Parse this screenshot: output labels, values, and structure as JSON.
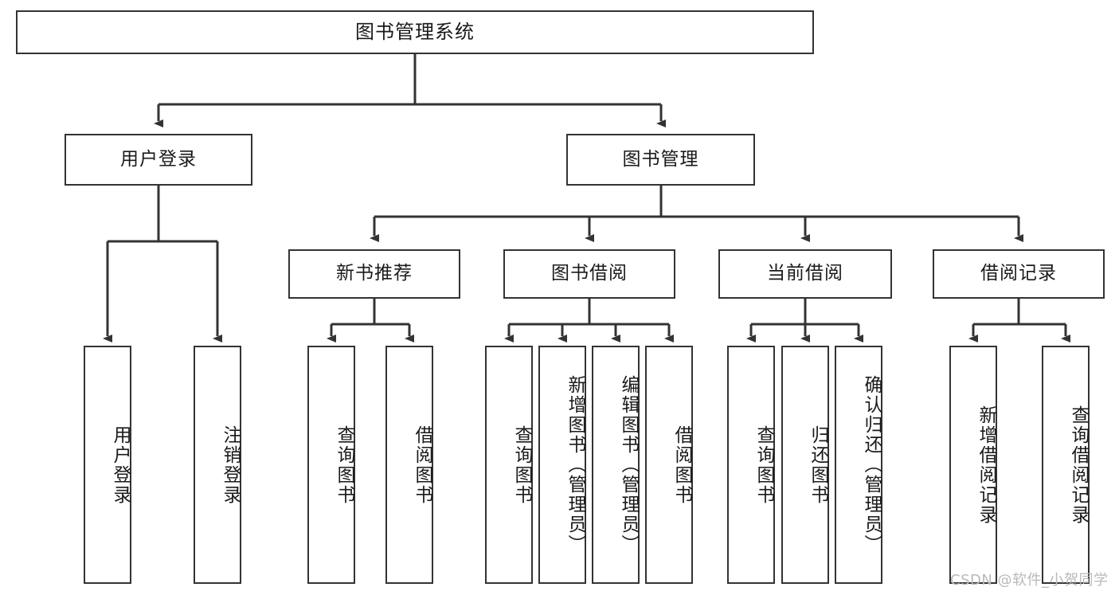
{
  "diagram": {
    "type": "tree-hierarchy-diagram",
    "title": "图书管理系统",
    "line_color": "#333333",
    "box_fill": "#ffffff",
    "text_color": "#1a1a1a",
    "root": {
      "label": "图书管理系统"
    },
    "level2": [
      {
        "label": "用户登录"
      },
      {
        "label": "图书管理"
      }
    ],
    "level3": [
      {
        "label": "新书推荐"
      },
      {
        "label": "图书借阅"
      },
      {
        "label": "当前借阅"
      },
      {
        "label": "借阅记录"
      }
    ],
    "leaves": {
      "user_login": [
        {
          "label": "用户登录"
        },
        {
          "label": "注销登录"
        }
      ],
      "new_book_recommend": [
        {
          "label": "查询图书"
        },
        {
          "label": "借阅图书"
        }
      ],
      "book_borrow": [
        {
          "label": "查询图书"
        },
        {
          "label": "新增图书（管理员）"
        },
        {
          "label": "编辑图书（管理员）"
        },
        {
          "label": "借阅图书"
        }
      ],
      "current_borrow": [
        {
          "label": "查询图书"
        },
        {
          "label": "归还图书"
        },
        {
          "label": "确认归还（管理员）"
        }
      ],
      "borrow_record": [
        {
          "label": "新增借阅记录"
        },
        {
          "label": "查询借阅记录"
        }
      ]
    }
  },
  "watermark": {
    "text": "CSDN @软件_小贺同学"
  }
}
